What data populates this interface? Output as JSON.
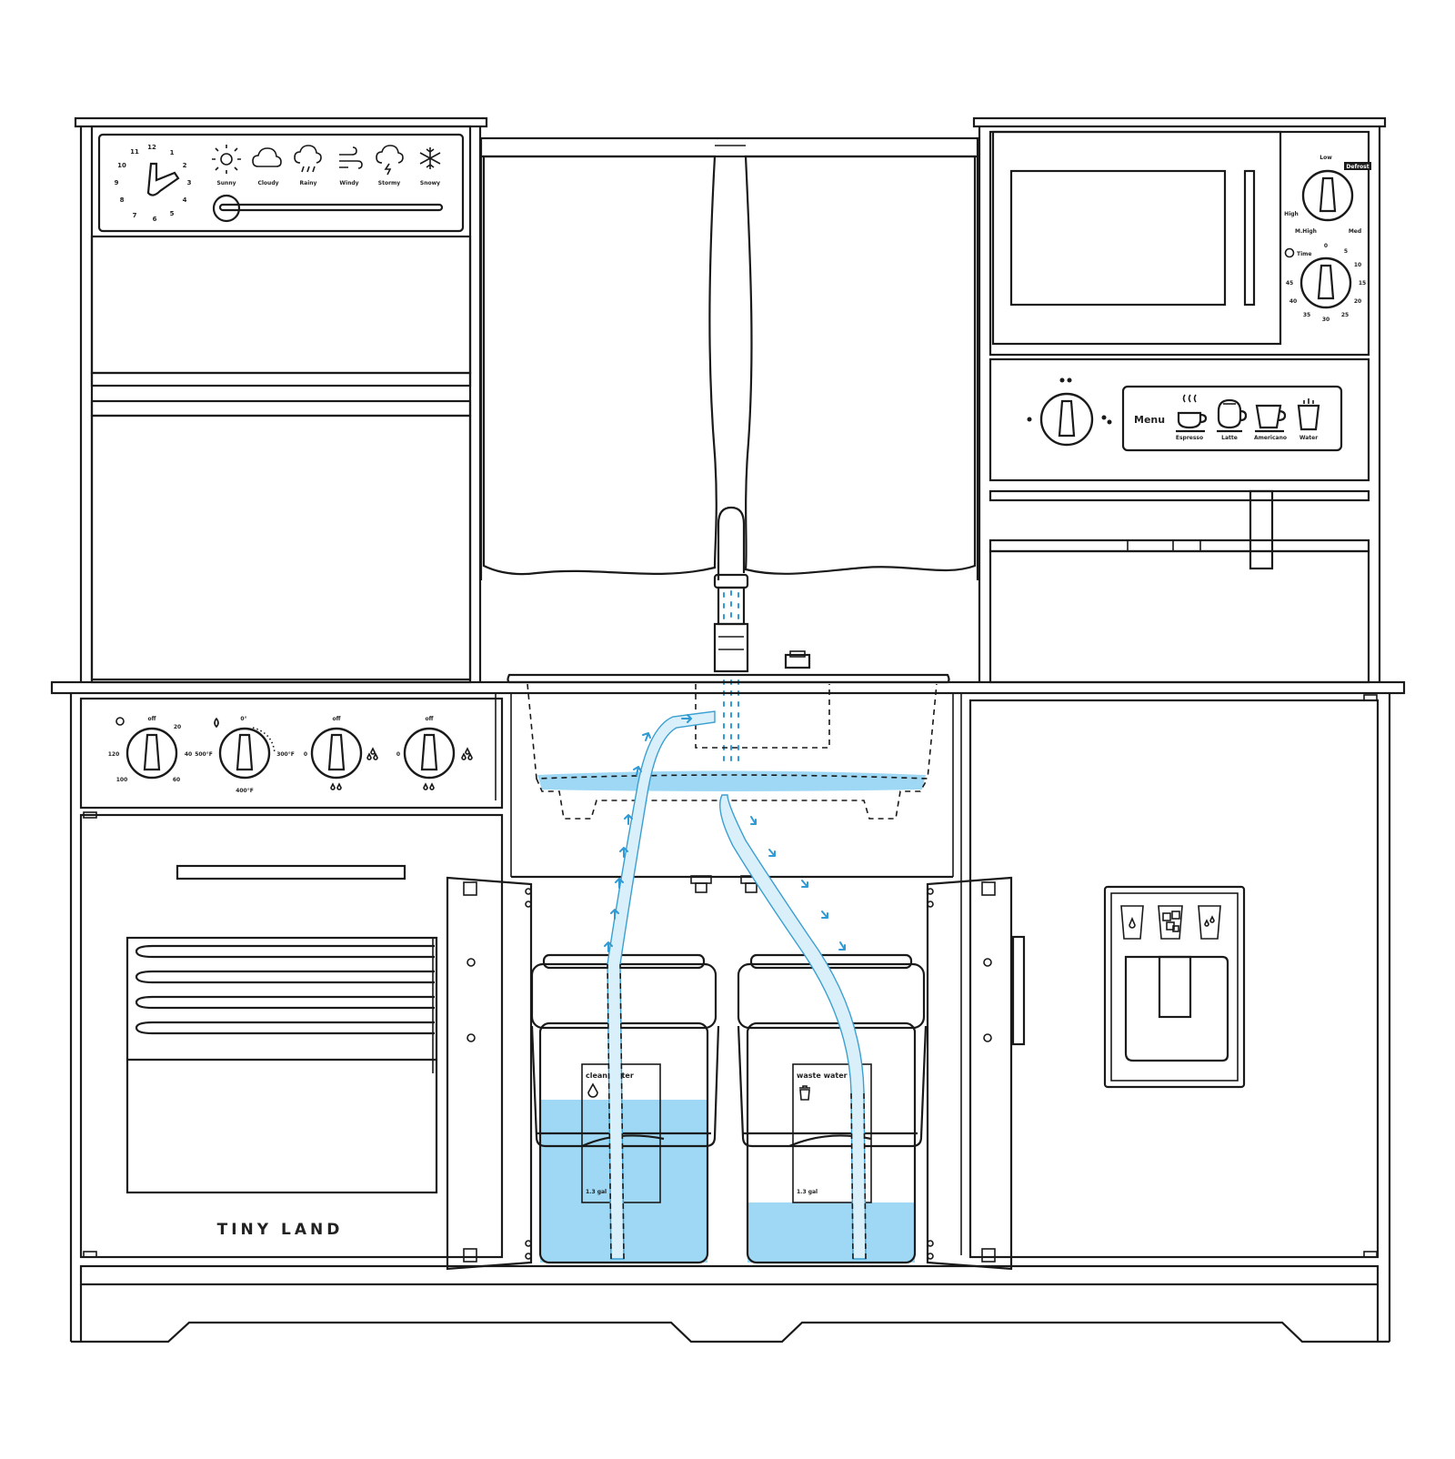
{
  "brand": "TINY LAND",
  "clock_numbers": [
    "12",
    "1",
    "2",
    "3",
    "4",
    "5",
    "6",
    "7",
    "8",
    "9",
    "10",
    "11"
  ],
  "weather": [
    "Sunny",
    "Cloudy",
    "Rainy",
    "Windy",
    "Stormy",
    "Snowy"
  ],
  "microwave": {
    "power_low": "Low",
    "power_high": "High",
    "power_mhigh": "M.High",
    "power_med": "Med",
    "defrost": "Defrost",
    "time_label": "Time",
    "time_ticks": [
      "0",
      "5",
      "10",
      "15",
      "20",
      "25",
      "30",
      "35",
      "40",
      "45"
    ]
  },
  "coffee": {
    "menu_label": "Menu",
    "drinks": [
      "Espresso",
      "Latte",
      "Americano",
      "Water"
    ]
  },
  "stove": {
    "timer_off": "off",
    "timer_20": "20",
    "timer_40": "40",
    "timer_60": "60",
    "timer_100": "100",
    "timer_120": "120",
    "temp_0": "0°",
    "temp_300": "300°F",
    "temp_400": "400°F",
    "temp_500": "500°F",
    "burner_off": "off",
    "burner_zero": "0"
  },
  "tanks": {
    "clean_label": "clean water",
    "clean_volume": "1.3 gal",
    "clean_level": 0.68,
    "waste_label": "waste water",
    "waste_volume": "1.3 gal",
    "waste_level": 0.25
  },
  "colors": {
    "water": "#9fd8f4",
    "arrow": "#2f9ad4",
    "line": "#1a1a1a"
  }
}
